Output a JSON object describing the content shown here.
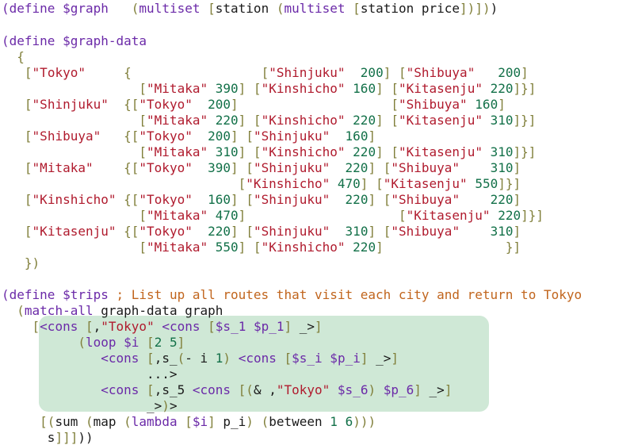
{
  "editor": {
    "colors": {
      "background": "#ffffff",
      "text": "#1a1a1a",
      "keyword": "#6b2aa8",
      "string": "#b01b2e",
      "number": "#127048",
      "bracket": "#807f3a",
      "comment": "#c1651d",
      "highlight": "#cfe8d6"
    },
    "lines": [
      [
        [
          "kw",
          "(define"
        ],
        [
          "tx",
          " "
        ],
        [
          "var",
          "$graph"
        ],
        [
          "tx",
          "   "
        ],
        [
          "br",
          "("
        ],
        [
          "kw",
          "multiset"
        ],
        [
          "tx",
          " "
        ],
        [
          "br",
          "["
        ],
        [
          "tx",
          "station "
        ],
        [
          "br",
          "("
        ],
        [
          "kw",
          "multiset"
        ],
        [
          "tx",
          " "
        ],
        [
          "br",
          "["
        ],
        [
          "tx",
          "station price"
        ],
        [
          "br",
          "])])"
        ],
        [
          "tx",
          ")"
        ]
      ],
      [],
      [
        [
          "kw",
          "(define"
        ],
        [
          "tx",
          " "
        ],
        [
          "var",
          "$graph-data"
        ]
      ],
      [
        [
          "br",
          "  {"
        ]
      ],
      [
        [
          "tx",
          "   "
        ],
        [
          "br",
          "["
        ],
        [
          "str",
          "\"Tokyo\""
        ],
        [
          "tx",
          "     "
        ],
        [
          "br",
          "{"
        ],
        [
          "tx",
          "                 "
        ],
        [
          "br",
          "["
        ],
        [
          "str",
          "\"Shinjuku\""
        ],
        [
          "tx",
          "  "
        ],
        [
          "num",
          "200"
        ],
        [
          "br",
          "]"
        ],
        [
          "tx",
          " "
        ],
        [
          "br",
          "["
        ],
        [
          "str",
          "\"Shibuya\""
        ],
        [
          "tx",
          "   "
        ],
        [
          "num",
          "200"
        ],
        [
          "br",
          "]"
        ]
      ],
      [
        [
          "tx",
          "                  "
        ],
        [
          "br",
          "["
        ],
        [
          "str",
          "\"Mitaka\""
        ],
        [
          "tx",
          " "
        ],
        [
          "num",
          "390"
        ],
        [
          "br",
          "]"
        ],
        [
          "tx",
          " "
        ],
        [
          "br",
          "["
        ],
        [
          "str",
          "\"Kinshicho\""
        ],
        [
          "tx",
          " "
        ],
        [
          "num",
          "160"
        ],
        [
          "br",
          "]"
        ],
        [
          "tx",
          " "
        ],
        [
          "br",
          "["
        ],
        [
          "str",
          "\"Kitasenju\""
        ],
        [
          "tx",
          " "
        ],
        [
          "num",
          "220"
        ],
        [
          "br",
          "]}]"
        ]
      ],
      [
        [
          "tx",
          "   "
        ],
        [
          "br",
          "["
        ],
        [
          "str",
          "\"Shinjuku\""
        ],
        [
          "tx",
          "  "
        ],
        [
          "br",
          "{["
        ],
        [
          "str",
          "\"Tokyo\""
        ],
        [
          "tx",
          "  "
        ],
        [
          "num",
          "200"
        ],
        [
          "br",
          "]"
        ],
        [
          "tx",
          "                    "
        ],
        [
          "br",
          "["
        ],
        [
          "str",
          "\"Shibuya\""
        ],
        [
          "tx",
          " "
        ],
        [
          "num",
          "160"
        ],
        [
          "br",
          "]"
        ]
      ],
      [
        [
          "tx",
          "                  "
        ],
        [
          "br",
          "["
        ],
        [
          "str",
          "\"Mitaka\""
        ],
        [
          "tx",
          " "
        ],
        [
          "num",
          "220"
        ],
        [
          "br",
          "]"
        ],
        [
          "tx",
          " "
        ],
        [
          "br",
          "["
        ],
        [
          "str",
          "\"Kinshicho\""
        ],
        [
          "tx",
          " "
        ],
        [
          "num",
          "220"
        ],
        [
          "br",
          "]"
        ],
        [
          "tx",
          " "
        ],
        [
          "br",
          "["
        ],
        [
          "str",
          "\"Kitasenju\""
        ],
        [
          "tx",
          " "
        ],
        [
          "num",
          "310"
        ],
        [
          "br",
          "]}]"
        ]
      ],
      [
        [
          "tx",
          "   "
        ],
        [
          "br",
          "["
        ],
        [
          "str",
          "\"Shibuya\""
        ],
        [
          "tx",
          "   "
        ],
        [
          "br",
          "{["
        ],
        [
          "str",
          "\"Tokyo\""
        ],
        [
          "tx",
          "  "
        ],
        [
          "num",
          "200"
        ],
        [
          "br",
          "]"
        ],
        [
          "tx",
          " "
        ],
        [
          "br",
          "["
        ],
        [
          "str",
          "\"Shinjuku\""
        ],
        [
          "tx",
          "  "
        ],
        [
          "num",
          "160"
        ],
        [
          "br",
          "]"
        ]
      ],
      [
        [
          "tx",
          "                  "
        ],
        [
          "br",
          "["
        ],
        [
          "str",
          "\"Mitaka\""
        ],
        [
          "tx",
          " "
        ],
        [
          "num",
          "310"
        ],
        [
          "br",
          "]"
        ],
        [
          "tx",
          " "
        ],
        [
          "br",
          "["
        ],
        [
          "str",
          "\"Kinshicho\""
        ],
        [
          "tx",
          " "
        ],
        [
          "num",
          "220"
        ],
        [
          "br",
          "]"
        ],
        [
          "tx",
          " "
        ],
        [
          "br",
          "["
        ],
        [
          "str",
          "\"Kitasenju\""
        ],
        [
          "tx",
          " "
        ],
        [
          "num",
          "310"
        ],
        [
          "br",
          "]}]"
        ]
      ],
      [
        [
          "tx",
          "   "
        ],
        [
          "br",
          "["
        ],
        [
          "str",
          "\"Mitaka\""
        ],
        [
          "tx",
          "    "
        ],
        [
          "br",
          "{["
        ],
        [
          "str",
          "\"Tokyo\""
        ],
        [
          "tx",
          "  "
        ],
        [
          "num",
          "390"
        ],
        [
          "br",
          "]"
        ],
        [
          "tx",
          " "
        ],
        [
          "br",
          "["
        ],
        [
          "str",
          "\"Shinjuku\""
        ],
        [
          "tx",
          "  "
        ],
        [
          "num",
          "220"
        ],
        [
          "br",
          "]"
        ],
        [
          "tx",
          " "
        ],
        [
          "br",
          "["
        ],
        [
          "str",
          "\"Shibuya\""
        ],
        [
          "tx",
          "    "
        ],
        [
          "num",
          "310"
        ],
        [
          "br",
          "]"
        ]
      ],
      [
        [
          "tx",
          "                               "
        ],
        [
          "br",
          "["
        ],
        [
          "str",
          "\"Kinshicho\""
        ],
        [
          "tx",
          " "
        ],
        [
          "num",
          "470"
        ],
        [
          "br",
          "]"
        ],
        [
          "tx",
          " "
        ],
        [
          "br",
          "["
        ],
        [
          "str",
          "\"Kitasenju\""
        ],
        [
          "tx",
          " "
        ],
        [
          "num",
          "550"
        ],
        [
          "br",
          "]}]"
        ]
      ],
      [
        [
          "tx",
          "   "
        ],
        [
          "br",
          "["
        ],
        [
          "str",
          "\"Kinshicho\""
        ],
        [
          "tx",
          " "
        ],
        [
          "br",
          "{["
        ],
        [
          "str",
          "\"Tokyo\""
        ],
        [
          "tx",
          "  "
        ],
        [
          "num",
          "160"
        ],
        [
          "br",
          "]"
        ],
        [
          "tx",
          " "
        ],
        [
          "br",
          "["
        ],
        [
          "str",
          "\"Shinjuku\""
        ],
        [
          "tx",
          "  "
        ],
        [
          "num",
          "220"
        ],
        [
          "br",
          "]"
        ],
        [
          "tx",
          " "
        ],
        [
          "br",
          "["
        ],
        [
          "str",
          "\"Shibuya\""
        ],
        [
          "tx",
          "    "
        ],
        [
          "num",
          "220"
        ],
        [
          "br",
          "]"
        ]
      ],
      [
        [
          "tx",
          "                  "
        ],
        [
          "br",
          "["
        ],
        [
          "str",
          "\"Mitaka\""
        ],
        [
          "tx",
          " "
        ],
        [
          "num",
          "470"
        ],
        [
          "br",
          "]"
        ],
        [
          "tx",
          "                    "
        ],
        [
          "br",
          "["
        ],
        [
          "str",
          "\"Kitasenju\""
        ],
        [
          "tx",
          " "
        ],
        [
          "num",
          "220"
        ],
        [
          "br",
          "]}]"
        ]
      ],
      [
        [
          "tx",
          "   "
        ],
        [
          "br",
          "["
        ],
        [
          "str",
          "\"Kitasenju\""
        ],
        [
          "tx",
          " "
        ],
        [
          "br",
          "{["
        ],
        [
          "str",
          "\"Tokyo\""
        ],
        [
          "tx",
          "  "
        ],
        [
          "num",
          "220"
        ],
        [
          "br",
          "]"
        ],
        [
          "tx",
          " "
        ],
        [
          "br",
          "["
        ],
        [
          "str",
          "\"Shinjuku\""
        ],
        [
          "tx",
          "  "
        ],
        [
          "num",
          "310"
        ],
        [
          "br",
          "]"
        ],
        [
          "tx",
          " "
        ],
        [
          "br",
          "["
        ],
        [
          "str",
          "\"Shibuya\""
        ],
        [
          "tx",
          "    "
        ],
        [
          "num",
          "310"
        ],
        [
          "br",
          "]"
        ]
      ],
      [
        [
          "tx",
          "                  "
        ],
        [
          "br",
          "["
        ],
        [
          "str",
          "\"Mitaka\""
        ],
        [
          "tx",
          " "
        ],
        [
          "num",
          "550"
        ],
        [
          "br",
          "]"
        ],
        [
          "tx",
          " "
        ],
        [
          "br",
          "["
        ],
        [
          "str",
          "\"Kinshicho\""
        ],
        [
          "tx",
          " "
        ],
        [
          "num",
          "220"
        ],
        [
          "br",
          "]"
        ],
        [
          "tx",
          "                "
        ],
        [
          "br",
          "}]"
        ]
      ],
      [
        [
          "br",
          "   })"
        ]
      ],
      [],
      [
        [
          "kw",
          "(define"
        ],
        [
          "tx",
          " "
        ],
        [
          "var",
          "$trips"
        ],
        [
          "tx",
          " "
        ],
        [
          "cm",
          "; List up all routes that visit each city and return to Tokyo"
        ]
      ],
      [
        [
          "tx",
          "  "
        ],
        [
          "br",
          "("
        ],
        [
          "kw",
          "match-all"
        ],
        [
          "tx",
          " graph-data graph"
        ]
      ],
      [
        [
          "tx",
          "    "
        ],
        [
          "br",
          "["
        ],
        [
          "kw",
          "<cons"
        ],
        [
          "tx",
          " "
        ],
        [
          "br",
          "["
        ],
        [
          "tx",
          ","
        ],
        [
          "str",
          "\"Tokyo\""
        ],
        [
          "tx",
          " "
        ],
        [
          "kw",
          "<cons"
        ],
        [
          "tx",
          " "
        ],
        [
          "br",
          "["
        ],
        [
          "var",
          "$s_1 $p_1"
        ],
        [
          "br",
          "]"
        ],
        [
          "tx",
          " _>"
        ],
        [
          "br",
          "]"
        ]
      ],
      [
        [
          "tx",
          "          "
        ],
        [
          "br",
          "("
        ],
        [
          "kw",
          "loop"
        ],
        [
          "tx",
          " "
        ],
        [
          "var",
          "$i"
        ],
        [
          "tx",
          " "
        ],
        [
          "br",
          "["
        ],
        [
          "num",
          "2"
        ],
        [
          "tx",
          " "
        ],
        [
          "num",
          "5"
        ],
        [
          "br",
          "]"
        ]
      ],
      [
        [
          "tx",
          "             "
        ],
        [
          "kw",
          "<cons"
        ],
        [
          "tx",
          " "
        ],
        [
          "br",
          "["
        ],
        [
          "tx",
          ",s_"
        ],
        [
          "br",
          "("
        ],
        [
          "tx",
          "- i "
        ],
        [
          "num",
          "1"
        ],
        [
          "br",
          ")"
        ],
        [
          "tx",
          " "
        ],
        [
          "kw",
          "<cons"
        ],
        [
          "tx",
          " "
        ],
        [
          "br",
          "["
        ],
        [
          "var",
          "$s_i $p_i"
        ],
        [
          "br",
          "]"
        ],
        [
          "tx",
          " _>"
        ],
        [
          "br",
          "]"
        ]
      ],
      [
        [
          "tx",
          "                   ...>"
        ]
      ],
      [
        [
          "tx",
          "             "
        ],
        [
          "kw",
          "<cons"
        ],
        [
          "tx",
          " "
        ],
        [
          "br",
          "["
        ],
        [
          "tx",
          ",s_5 "
        ],
        [
          "kw",
          "<cons"
        ],
        [
          "tx",
          " "
        ],
        [
          "br",
          "[("
        ],
        [
          "tx",
          "& ,"
        ],
        [
          "str",
          "\"Tokyo\""
        ],
        [
          "tx",
          " "
        ],
        [
          "var",
          "$s_6"
        ],
        [
          "br",
          ")"
        ],
        [
          "tx",
          " "
        ],
        [
          "var",
          "$p_6"
        ],
        [
          "br",
          "]"
        ],
        [
          "tx",
          " _>"
        ],
        [
          "br",
          "]"
        ]
      ],
      [
        [
          "tx",
          "                   _>"
        ],
        [
          "br",
          ")"
        ],
        [
          "tx",
          ">"
        ]
      ],
      [
        [
          "tx",
          "     "
        ],
        [
          "br",
          "[("
        ],
        [
          "tx",
          "sum "
        ],
        [
          "br",
          "("
        ],
        [
          "tx",
          "map "
        ],
        [
          "br",
          "("
        ],
        [
          "kw",
          "lambda"
        ],
        [
          "tx",
          " "
        ],
        [
          "br",
          "["
        ],
        [
          "var",
          "$i"
        ],
        [
          "br",
          "]"
        ],
        [
          "tx",
          " p_i"
        ],
        [
          "br",
          ")"
        ],
        [
          "tx",
          " "
        ],
        [
          "br",
          "("
        ],
        [
          "tx",
          "between "
        ],
        [
          "num",
          "1"
        ],
        [
          "tx",
          " "
        ],
        [
          "num",
          "6"
        ],
        [
          "br",
          ")))"
        ]
      ],
      [
        [
          "tx",
          "      s"
        ],
        [
          "br",
          "]]]"
        ],
        [
          "tx",
          "))"
        ]
      ]
    ]
  }
}
